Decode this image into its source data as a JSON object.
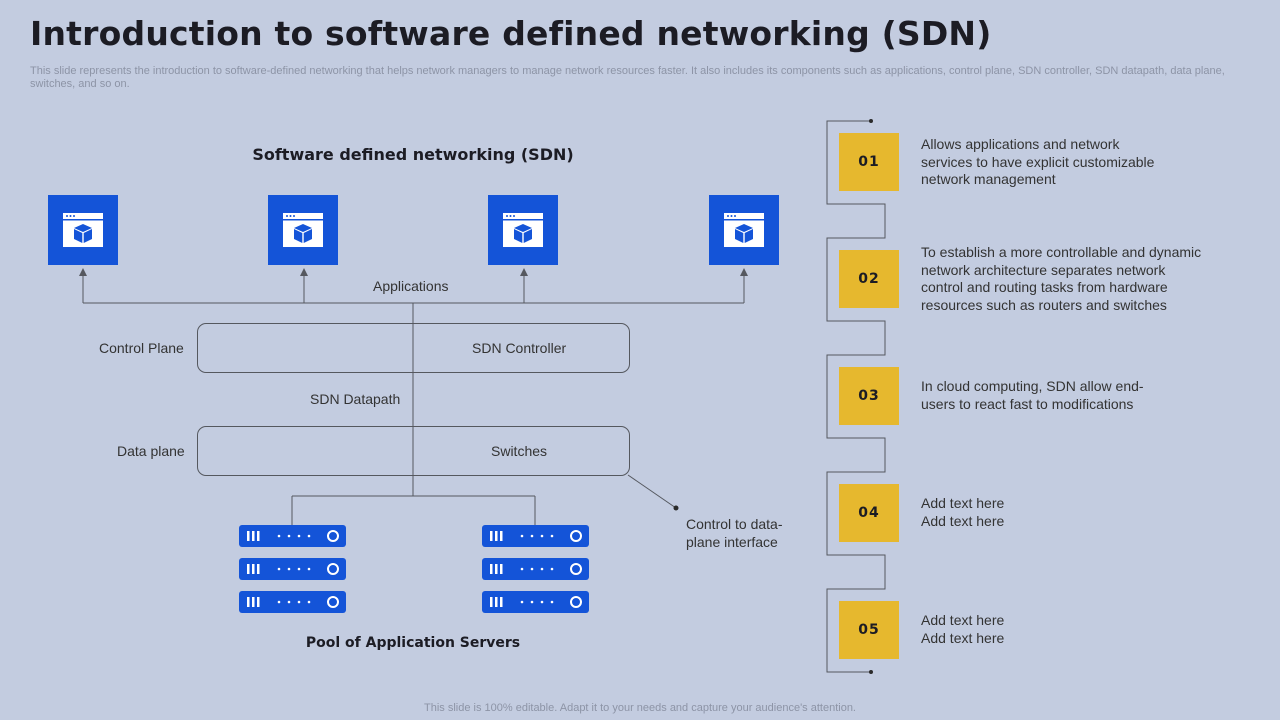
{
  "slide": {
    "title": "Introduction to software defined networking (SDN)",
    "subtitle": "This slide represents the introduction to software-defined networking that helps network managers to manage network resources faster. It also includes its components such as applications, control plane, SDN controller, SDN datapath, data plane, switches, and so on.",
    "footer": "This slide is 100% editable. Adapt it to your needs and capture your audience's attention."
  },
  "colors": {
    "background": "#c3cce0",
    "accent_blue": "#1454d8",
    "accent_yellow": "#e6b82e",
    "line": "#55585f"
  },
  "diagram": {
    "title": "Software defined networking (SDN)",
    "applications_label": "Applications",
    "app_icons": [
      "browser-package-icon",
      "browser-package-icon",
      "browser-package-icon",
      "browser-package-icon"
    ],
    "control_plane": {
      "left_label": "Control Plane",
      "box_label": "SDN Controller"
    },
    "datapath_label": "SDN Datapath",
    "data_plane": {
      "left_label": "Data plane",
      "box_label": "Switches"
    },
    "interface_label_line1": "Control to data-",
    "interface_label_line2": "plane interface",
    "server_groups": [
      {
        "units": 3,
        "icon": "server-rack-icon"
      },
      {
        "units": 3,
        "icon": "server-rack-icon"
      }
    ],
    "pool_label": "Pool of Application Servers"
  },
  "steps": [
    {
      "number": "01",
      "lines": [
        "Allows applications and network",
        "services to have explicit customizable",
        "network management"
      ]
    },
    {
      "number": "02",
      "lines": [
        "To establish a more controllable and dynamic",
        "network architecture separates network",
        "control and routing tasks from hardware",
        "resources such as routers and switches"
      ]
    },
    {
      "number": "03",
      "lines": [
        "In cloud computing, SDN allow end-",
        "users to react fast to modifications"
      ]
    },
    {
      "number": "04",
      "lines": [
        "Add text here",
        "Add text here"
      ]
    },
    {
      "number": "05",
      "lines": [
        "Add text here",
        "Add text here"
      ]
    }
  ]
}
